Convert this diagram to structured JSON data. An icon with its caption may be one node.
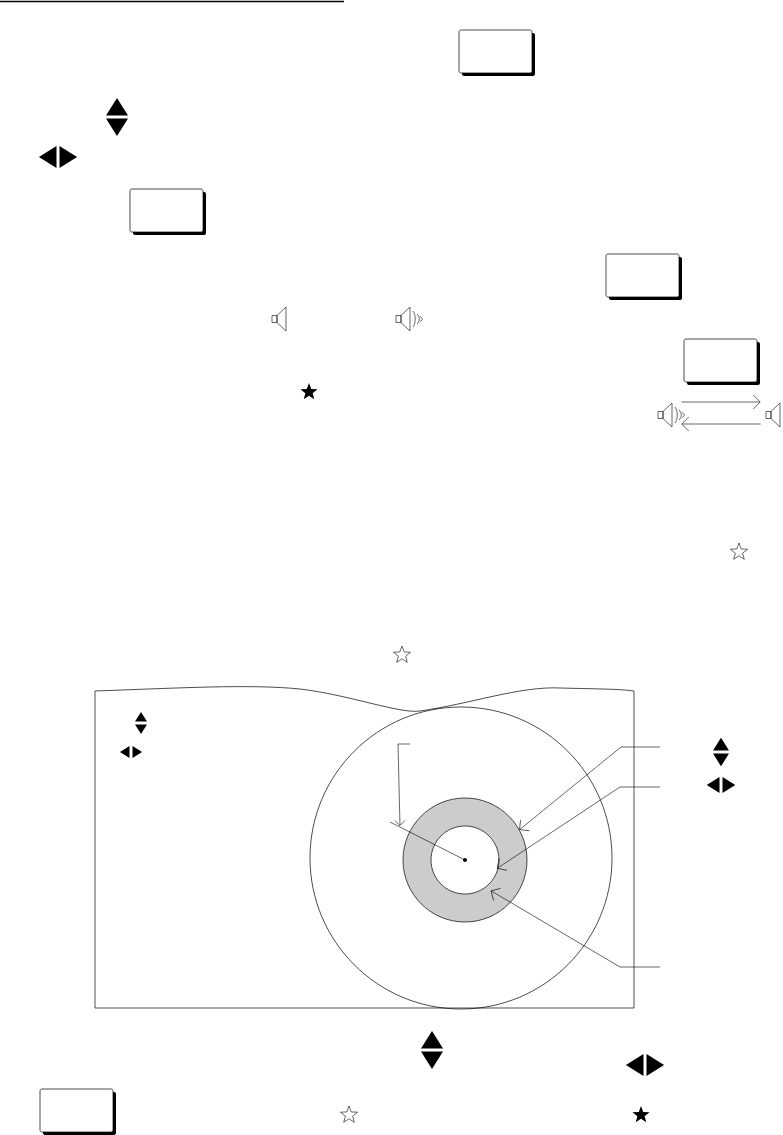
{
  "diagram": {
    "nodes": [
      {
        "text": [],
        "shape": "speaker"
      },
      {
        "text": [],
        "shape": "speaker"
      },
      {
        "text": [],
        "shape": "circle"
      },
      {
        "text": [],
        "shape": "circle",
        "in": 2
      }
    ],
    "edges": [
      {
        "from": 0,
        "to": 1,
        "arrow": "to"
      },
      {
        "from": 1,
        "to": 0,
        "arrow": "to"
      },
      {
        "from": null,
        "to": 2,
        "arrow": "to"
      },
      {
        "from": null,
        "to": 3,
        "arrow": "to"
      },
      {
        "from": null,
        "to": 2,
        "arrow": "to"
      }
    ]
  }
}
